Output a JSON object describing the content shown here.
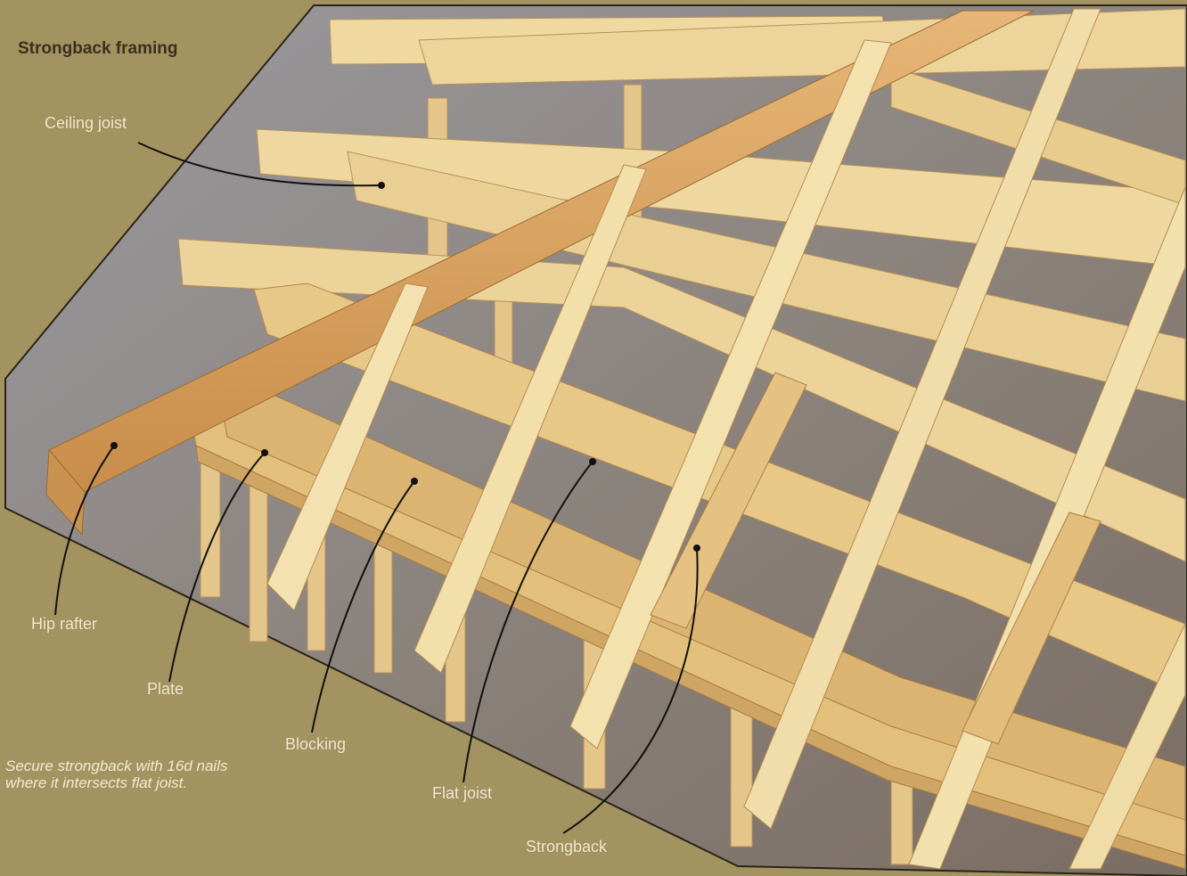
{
  "title": "Strongback framing",
  "labels": {
    "ceiling_joist": "Ceiling joist",
    "hip_rafter": "Hip rafter",
    "plate": "Plate",
    "blocking": "Blocking",
    "flat_joist": "Flat joist",
    "strongback": "Strongback"
  },
  "note": "Secure strongback with 16d nails where it intersects flat joist.",
  "colors": {
    "page_background": "#a39360",
    "backdrop": "#8b8681",
    "wood_light": "#efd9a0",
    "wood_mid": "#e3c27f",
    "wood_dark": "#d6a45c",
    "hip_rafter": "#d9a45e",
    "label_text": "#f2ead2",
    "title_text": "#3b3020",
    "leader_line": "#111111"
  }
}
